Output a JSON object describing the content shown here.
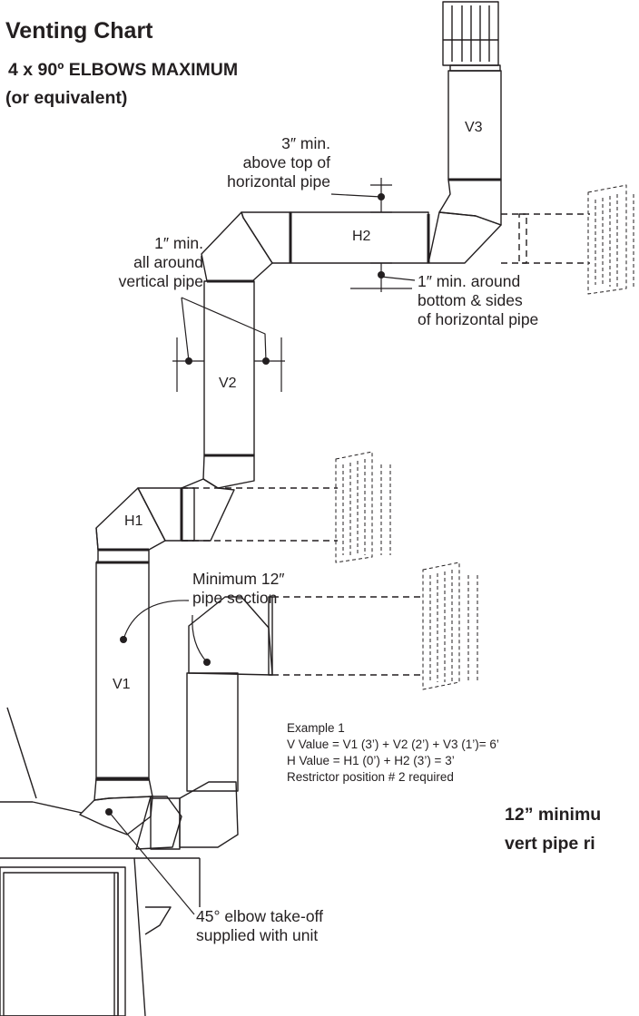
{
  "title": "Venting Chart",
  "subtitle_line1": "4 x 90º ELBOWS MAXIMUM",
  "subtitle_line2": "(or equivalent)",
  "pipes": {
    "v1": "V1",
    "v2": "V2",
    "v3": "V3",
    "h1": "H1",
    "h2": "H2"
  },
  "notes": {
    "top_clearance": [
      "3″ min.",
      "above top of",
      "horizontal pipe"
    ],
    "vertical_clearance": [
      "1″ min.",
      "all around",
      "vertical pipe"
    ],
    "bottom_clearance": [
      "1″ min. around",
      "bottom & sides",
      "of horizontal pipe"
    ],
    "min_pipe": [
      "Minimum 12″",
      "pipe section"
    ],
    "elbow": [
      "45° elbow take-off",
      "supplied with unit"
    ],
    "side_caption": [
      "12” minimu",
      "vert pipe ri"
    ]
  },
  "example": {
    "title": "Example 1",
    "v_value": "V Value = V1 (3’) + V2 (2’) + V3 (1’)= 6’",
    "h_value": "H Value = H1 (0’) + H2 (3’) = 3’",
    "restrictor": "Restrictor position # 2 required"
  }
}
